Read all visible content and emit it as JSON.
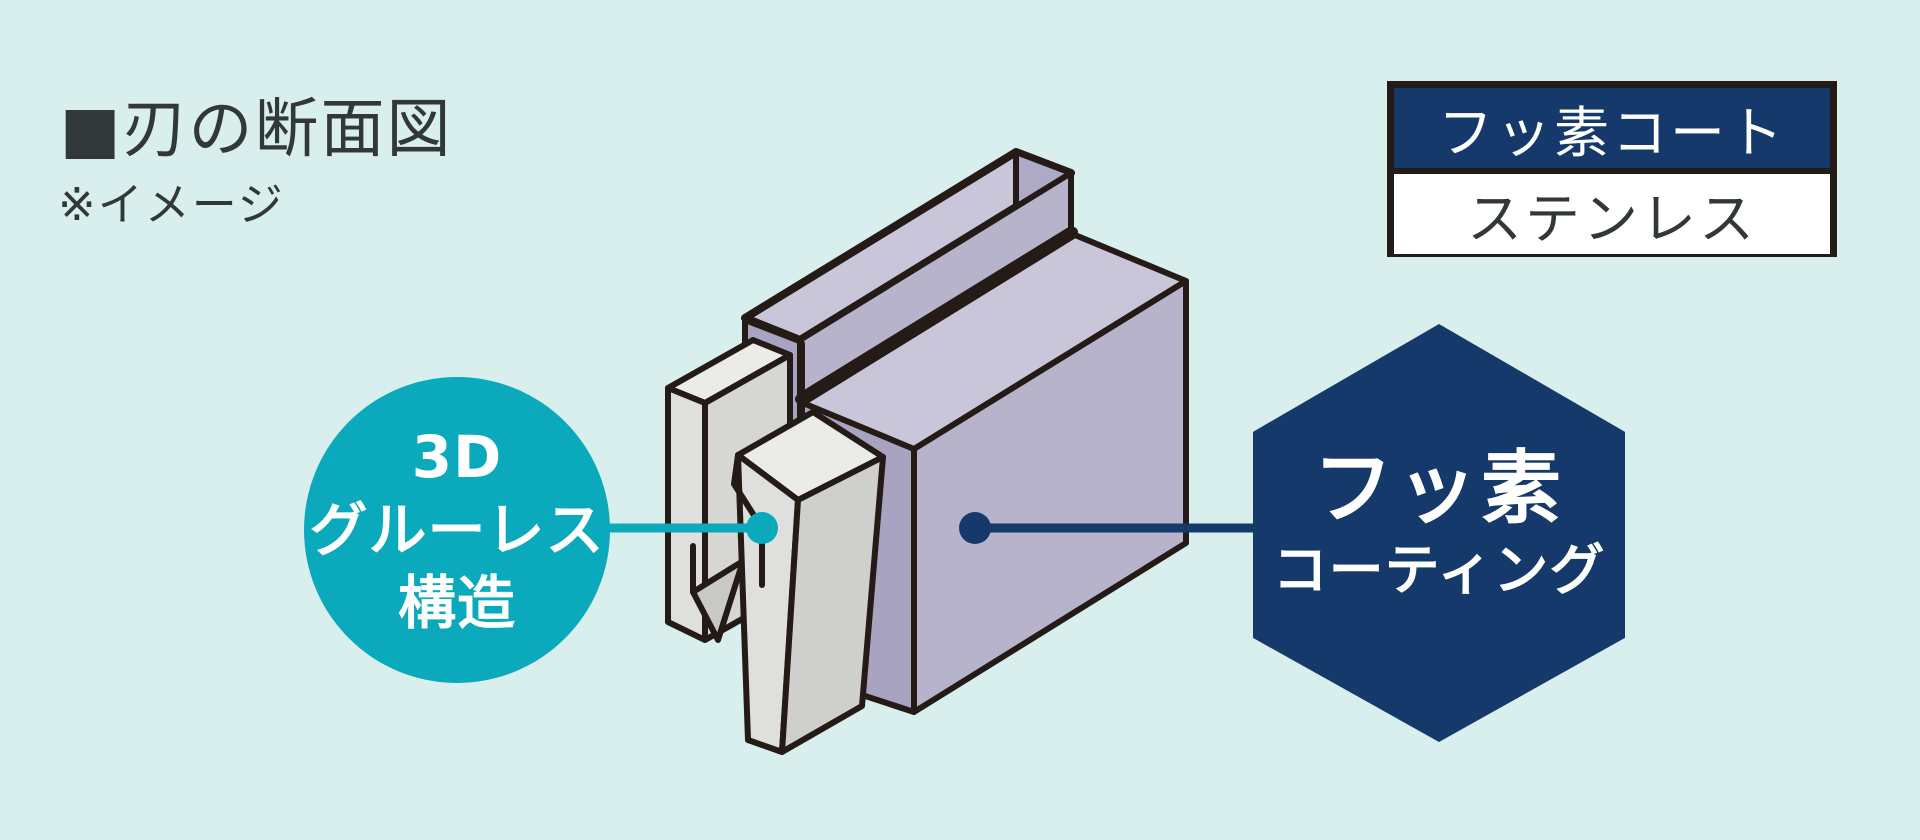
{
  "page": {
    "background_color": "#d9efee",
    "outline_color": "#241a16"
  },
  "header": {
    "heading": "■刃の断面図",
    "note": "※イメージ"
  },
  "legend": {
    "rows": [
      {
        "label": "フッ素コート",
        "bg": "#15396b",
        "fg": "#ffffff"
      },
      {
        "label": "ステンレス",
        "bg": "#ffffff",
        "fg": "#32373a"
      }
    ]
  },
  "callouts": {
    "structure": {
      "shape": "circle",
      "color": "#0ba9bc",
      "lines": [
        "3D",
        "グルーレス",
        "構造"
      ]
    },
    "coating": {
      "shape": "hexagon",
      "color": "#15396b",
      "line1": "フッ素",
      "line2": "コーティング"
    }
  },
  "diagram": {
    "description": "isometric blade cross-section",
    "colors": {
      "blade_body_front": "#b7b3cb",
      "blade_body_top": "#c9c6da",
      "blade_body_side": "#a7a3c0",
      "steel_front": "#dfdfde",
      "steel_top": "#ebebea",
      "steel_shade": "#cfcfce",
      "outline": "#241a16",
      "connector_teal": "#0ba9bc",
      "connector_navy": "#15396b"
    }
  }
}
